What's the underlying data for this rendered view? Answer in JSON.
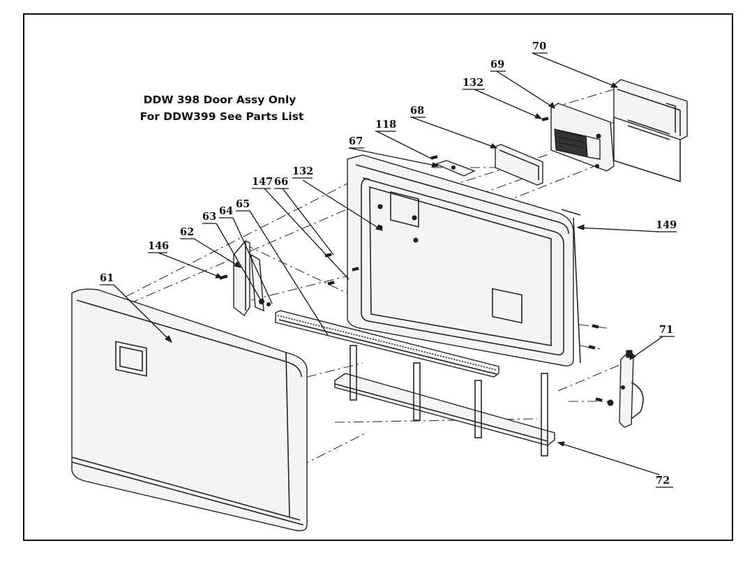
{
  "title_lines": [
    "DDW 398 Door Assy Only",
    "For DDW399 See Parts List"
  ],
  "callouts": {
    "c61": "61",
    "c62": "62",
    "c63": "63",
    "c64": "64",
    "c65": "65",
    "c66": "66",
    "c67": "67",
    "c68": "68",
    "c69": "69",
    "c70": "70",
    "c71": "71",
    "c72": "72",
    "c118": "118",
    "c132a": "132",
    "c132b": "132",
    "c146": "146",
    "c147": "147",
    "c149": "149"
  }
}
